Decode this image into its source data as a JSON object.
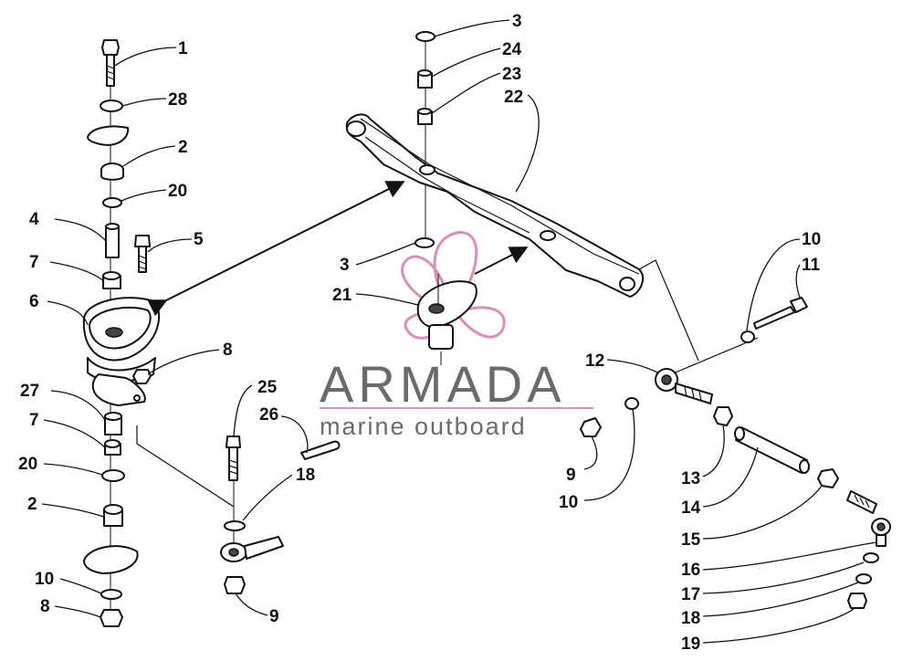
{
  "watermark": {
    "brand": "ARMADA",
    "tagline": "marine outboard",
    "logo_icon": "propeller-icon",
    "accent_color": "#d98fb9"
  },
  "callouts": {
    "c1": "1",
    "c28": "28",
    "c2a": "2",
    "c20a": "20",
    "c4": "4",
    "c5": "5",
    "c7a": "7",
    "c6": "6",
    "c8a": "8",
    "c27": "27",
    "c7b": "7",
    "c20b": "20",
    "c2b": "2",
    "c10a": "10",
    "c8b": "8",
    "c3a": "3",
    "c24": "24",
    "c23": "23",
    "c22": "22",
    "c3b": "3",
    "c21": "21",
    "c25": "25",
    "c26": "26",
    "c18a": "18",
    "c9a": "9",
    "c10b": "10",
    "c11": "11",
    "c12": "12",
    "c9b": "9",
    "c10c": "10",
    "c13": "13",
    "c14": "14",
    "c15": "15",
    "c16": "16",
    "c17": "17",
    "c18b": "18",
    "c19": "19"
  }
}
